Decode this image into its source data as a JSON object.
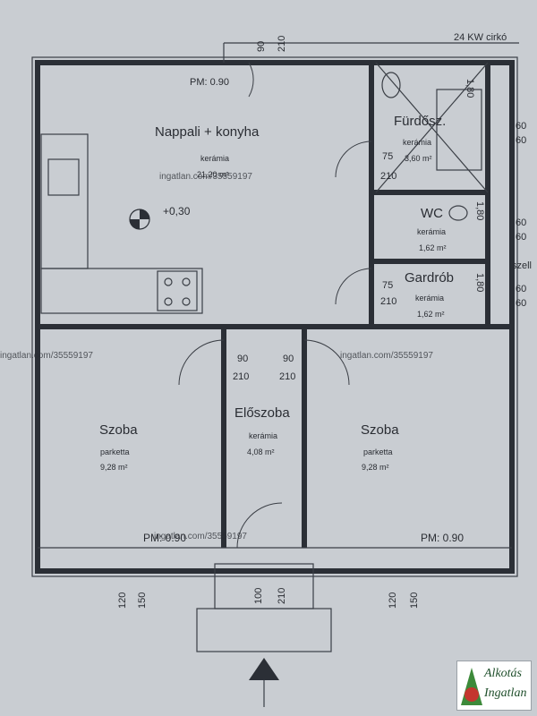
{
  "header": {
    "heater": "24 KW cirkó",
    "top_dims": [
      "90",
      "210"
    ]
  },
  "rooms": {
    "living": {
      "name": "Nappali + konyha",
      "floor": "kerámia",
      "area": "21,20 m²",
      "height": "PM: 0.90",
      "level": "+0,30"
    },
    "bath": {
      "name": "Fürdősz.",
      "floor": "kerámia",
      "area": "3,60 m²",
      "tub_dim": "1,80"
    },
    "wc": {
      "name": "WC",
      "floor": "kerámia",
      "area": "1,62 m²",
      "dim": "1,80"
    },
    "pantry": {
      "name": "Gardrób",
      "floor": "kerámia",
      "area": "1,62 m²",
      "dim": "1,80"
    },
    "room1": {
      "name": "Szoba",
      "floor": "parketta",
      "area": "9,28 m²",
      "height": "PM: 0.90"
    },
    "hall": {
      "name": "Előszoba",
      "floor": "kerámia",
      "area": "4,08 m²"
    },
    "room2": {
      "name": "Szoba",
      "floor": "parketta",
      "area": "9,28 m²",
      "height": "PM: 0.90"
    }
  },
  "dims": {
    "bath_door": [
      "75",
      "210"
    ],
    "pantry_door": [
      "75",
      "210"
    ],
    "right_col": [
      "60",
      "60",
      "60",
      "60",
      "60",
      "60"
    ],
    "vent": "szell",
    "hall_doors": [
      "90",
      "210",
      "90",
      "210"
    ],
    "bottom_left": [
      "120",
      "150"
    ],
    "entrance": [
      "100",
      "210"
    ],
    "bottom_right": [
      "120",
      "150"
    ]
  },
  "watermark": "ingatlan.com/35559197",
  "logo": {
    "line1": "Alkotás",
    "line2": "Ingatlan"
  },
  "colors": {
    "background": "#c9cdd2",
    "ink": "#2b2f36"
  }
}
